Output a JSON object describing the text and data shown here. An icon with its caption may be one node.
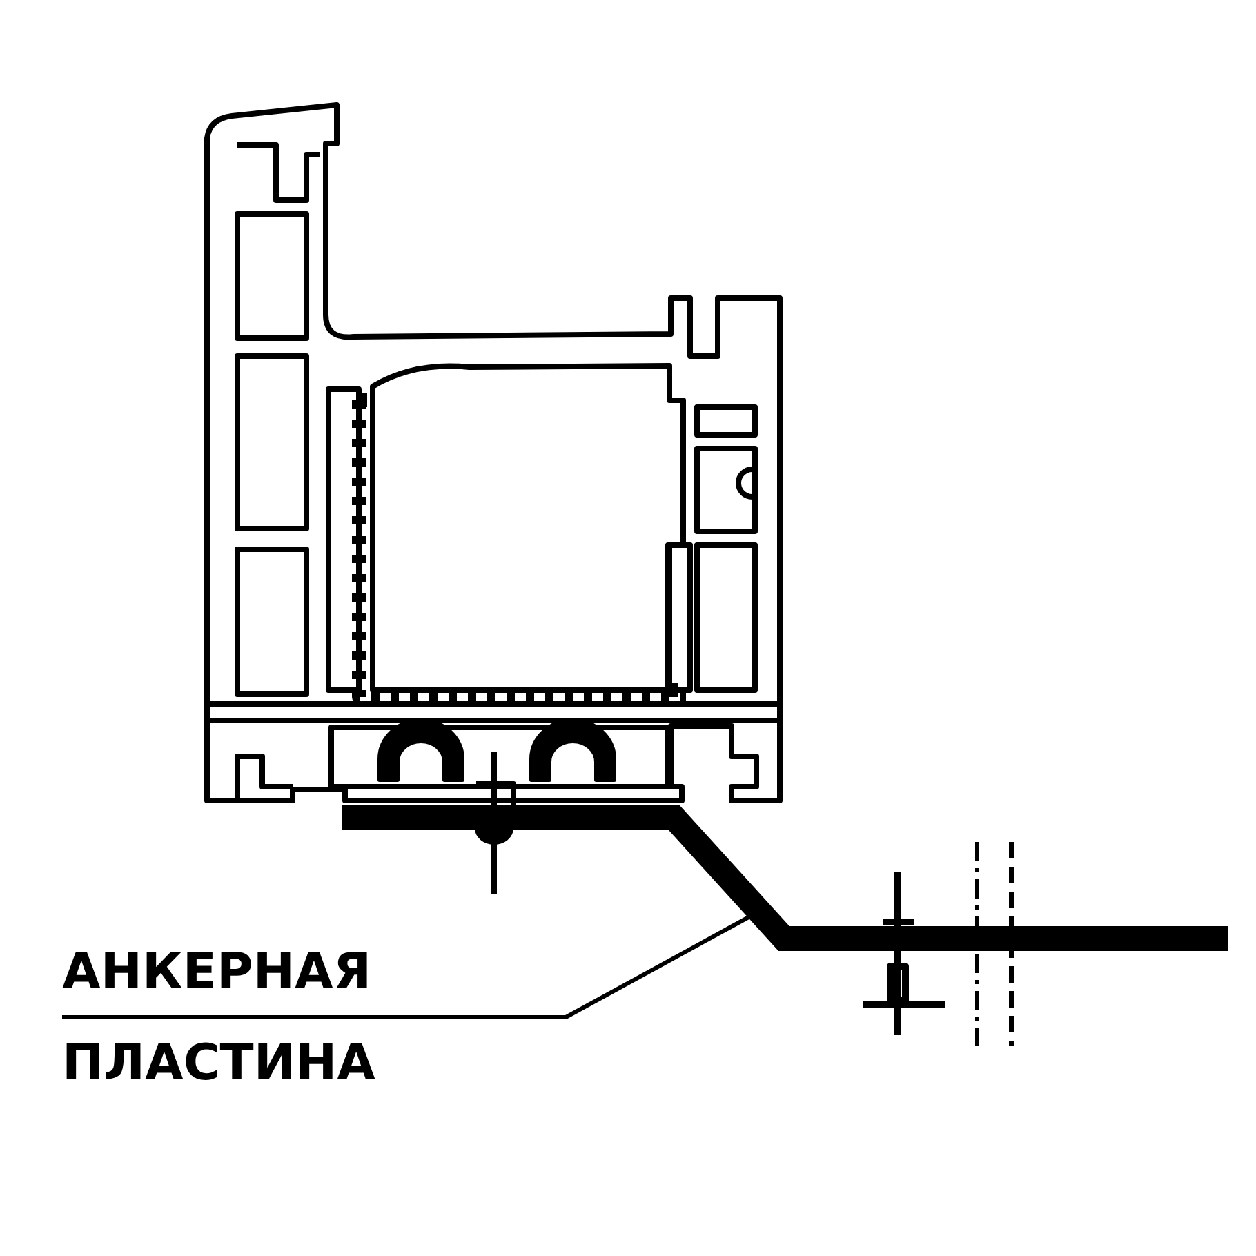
{
  "diagram": {
    "nodes": [
      {
        "text": [
          "АНКЕРНАЯ ПЛАСТИНА"
        ]
      },
      {
        "text": [],
        "shape": "bar"
      }
    ],
    "edges": [
      {
        "from": 0,
        "to": 1,
        "arrow": "none"
      }
    ]
  }
}
